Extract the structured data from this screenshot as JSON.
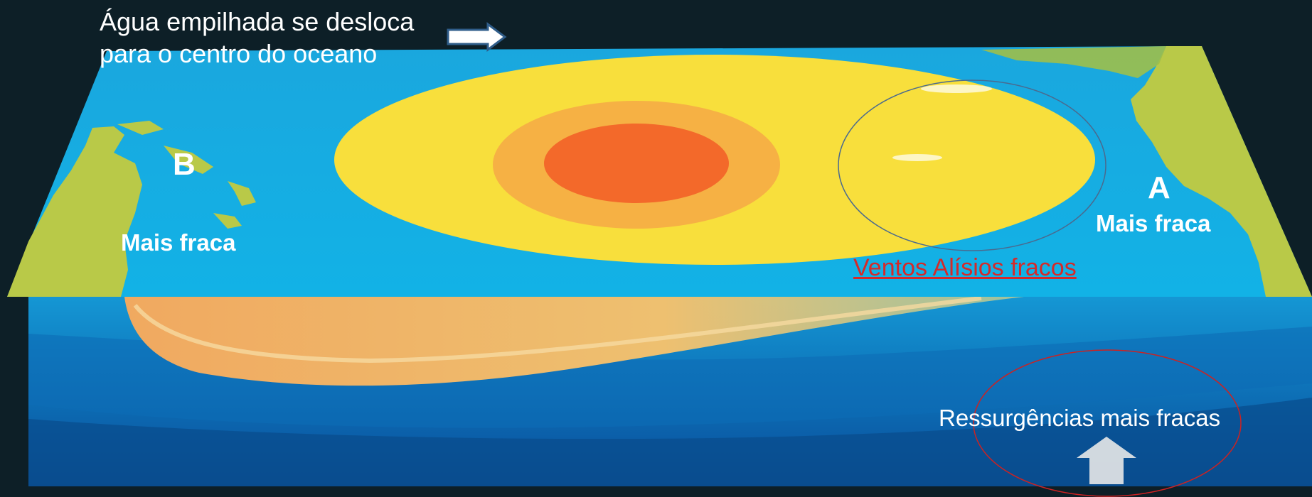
{
  "labels": {
    "top_note_line1": "Água empilhada se desloca",
    "top_note_line2": "para o centro do oceano",
    "label_b": "B",
    "label_a": "A",
    "weak_left": "Mais fraca",
    "weak_right": "Mais fraca",
    "trade_winds": "Ventos Alísios fracos",
    "upwelling": "Ressurgências mais fracas"
  },
  "colors": {
    "background": "#0d1f27",
    "ocean_surface": "#15a6df",
    "land": "#b9c948",
    "warm_outer": "#f8df3c",
    "warm_middle": "#f6b144",
    "warm_core": "#f3692a",
    "trade_winds_text": "#d42a2a",
    "circle_blue": "#4a6a8f",
    "circle_red": "#cc2222"
  },
  "icons": {
    "top_arrow": "right-arrow-icon",
    "upwelling_arrow": "up-arrow-icon"
  }
}
